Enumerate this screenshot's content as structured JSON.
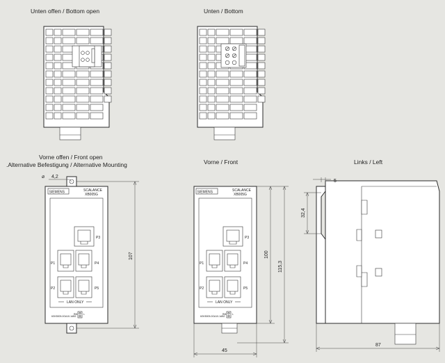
{
  "views": {
    "bottom_open": {
      "title": "Unten offen / Bottom open"
    },
    "bottom": {
      "title": "Unten / Bottom"
    },
    "front_open": {
      "title_line1": "Vorne offen / Front open",
      "title_line2": ".Alternative Befestigung / Alternative Mounting"
    },
    "front": {
      "title": "Vorne / Front"
    },
    "left": {
      "title": "Links / Left"
    }
  },
  "device": {
    "brand": "SIEMENS",
    "product_line1": "SCALANCE",
    "product_line2": "XB005G",
    "lan_only": "LAN ONLY",
    "order_no": "6GK5005-0GA10-1AB2",
    "ports": [
      "P1",
      "P2",
      "P3",
      "P4",
      "P5"
    ],
    "led_labels": [
      "L",
      "RM"
    ]
  },
  "dimensions": {
    "screw_diameter": "4,2",
    "front_open_height": "107",
    "front_height": "100",
    "front_total_height": "115,3",
    "front_width": "45",
    "left_depth": "87",
    "left_offset": "5",
    "left_clip_height": "32,4"
  }
}
